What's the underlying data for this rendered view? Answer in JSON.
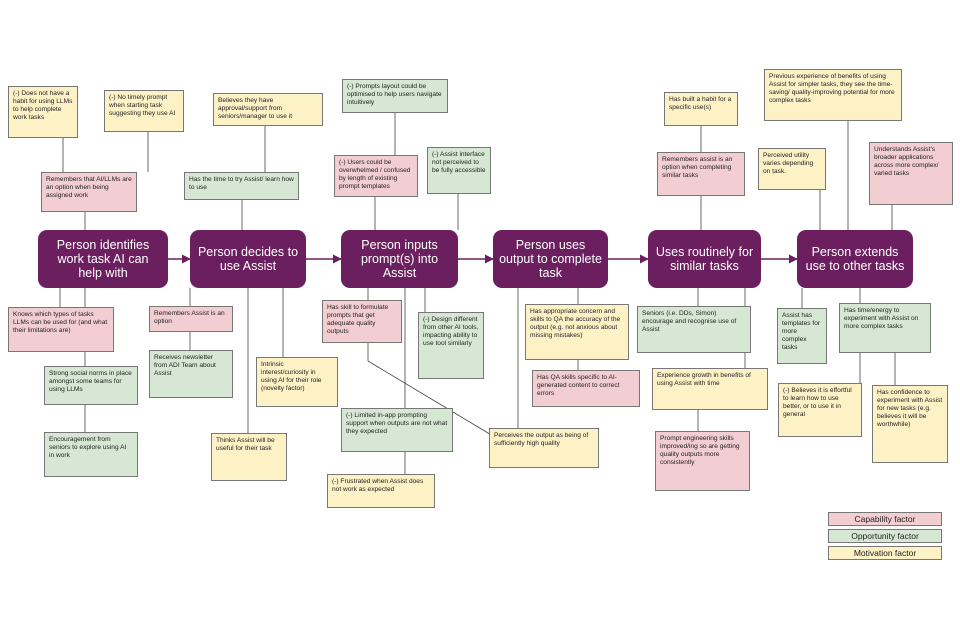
{
  "colors": {
    "stage": "#6b1f5e",
    "capability": "#f2cdd2",
    "opportunity": "#d6e8d3",
    "motivation": "#fdf1c6",
    "connector": "#444444"
  },
  "stages": [
    "Person identifies work task AI can help with",
    "Person decides to use Assist",
    "Person inputs prompt(s) into Assist",
    "Person uses output to complete task",
    "Uses routinely for similar tasks",
    "Person extends use to other tasks"
  ],
  "factors": {
    "s1_no_habit": "(-) Does not have a habit for using LLMs to help complete work tasks",
    "s1_no_prompt": "(-) No timely prompt when starting task suggesting they use AI",
    "s1_remembers": "Remembers that AI/LLMs are an option when being assigned work",
    "s1_knows_types": "Knows which types of tasks LLMs can be used for (and what their limitations are)",
    "s1_social_norms": "Strong social norms in place amongst some teams for using LLMs",
    "s1_encouragement": "Encouragement from seniors to explore using AI in work",
    "s2_approval": "Believes they have approval/support from seniors/manager to use it",
    "s2_time": "Has the time to try Assist/ learn how to use",
    "s2_remembers": "Remembers Assist is an option",
    "s2_newsletter": "Receives newsletter from ADI Team about Assist",
    "s2_interest": "Intrinsic interest/curiosity in using AI for their role (novelty factor)",
    "s2_thinks_useful": "Thinks Assist will be useful for their task",
    "s3_layout": "(-) Prompts layout could be optimised to help users navigate intuitively",
    "s3_overwhelmed": "(-) Users could be overwhelmed / confused by length of existing prompt templates",
    "s3_accessible": "(-) Assist interface not perceived to be fully accessible",
    "s3_skill": "Has skill to formulate prompts that get adequate quality outputs",
    "s3_design": "(-) Design different from other AI tools, impacting ability to use tool similarly",
    "s3_limited_support": "(-) Limited in-app prompting support when outputs are not what they expected",
    "s3_frustrated": "(-) Frustrated when Assist does not work as expected",
    "s4_concern": "Has appropriate concern and skills to QA the accuracy of the output (e.g. not anxious about missing mistakes)",
    "s4_qa_skills": "Has QA skills specific to AI-generated content to correct errors",
    "s4_perceives": "Perceives the output as being of sufficiently high quality",
    "s5_habit": "Has built a habit for a specific use(s)",
    "s5_remembers": "Remembers assist is an option when completing similar tasks",
    "s5_seniors": "Seniors (i.e. DDs, Simon) encourage and recognise use of Assist",
    "s5_growth": "Experience growth in benefits of using Assist with time",
    "s5_prompt_eng": "Prompt engineering skills improved/ing so are getting quality outputs more consistently",
    "s6_previous": "Previous experience of benefits of using Assist for simpler tasks, they see the time-saving/ quality-improving potential for more complex tasks",
    "s6_utility": "Perceived utility varies depending on task.",
    "s6_understands": "Understands Assist's broader applications across more complex/ varied tasks",
    "s6_templates": "Assist has templates for more complex tasks",
    "s6_time_energy": "Has time/energy to experiment with Assist on more complex tasks",
    "s6_effortful": "(-) Believes it is effortful to learn how to use better, or to use it in general",
    "s6_confidence": "Has confidence to experiment with Assist for new tasks (e.g. believes it will be worthwhile)"
  },
  "legend": {
    "capability": "Capability factor",
    "opportunity": "Opportunity factor",
    "motivation": "Motivation factor"
  }
}
